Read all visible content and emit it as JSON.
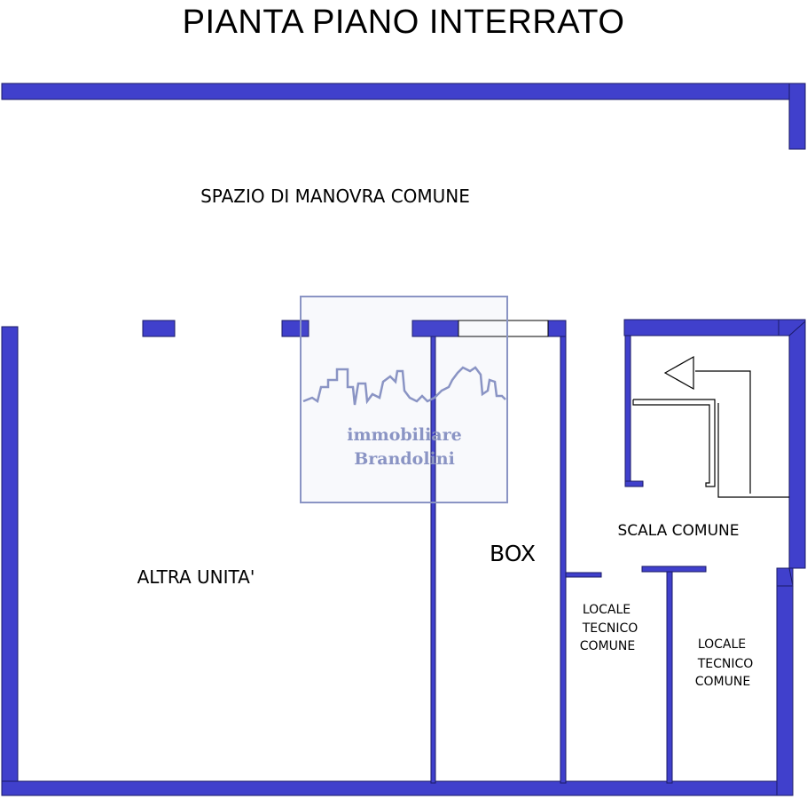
{
  "title": "PIANTA PIANO INTERRATO",
  "rooms": {
    "manovra": "SPAZIO DI MANOVRA COMUNE",
    "altra_unita": "ALTRA UNITA'",
    "box": "BOX",
    "scala": "SCALA COMUNE",
    "locale1": [
      "LOCALE",
      "TECNICO",
      "COMUNE"
    ],
    "locale2": [
      "LOCALE",
      "TECNICO",
      "COMUNE"
    ]
  },
  "watermark": {
    "line1": "immobiliare",
    "line2": "Brandolini"
  },
  "colors": {
    "wall_fill": "#4040cc",
    "wall_stroke": "#1a1a66",
    "watermark": "#8a94c4"
  }
}
